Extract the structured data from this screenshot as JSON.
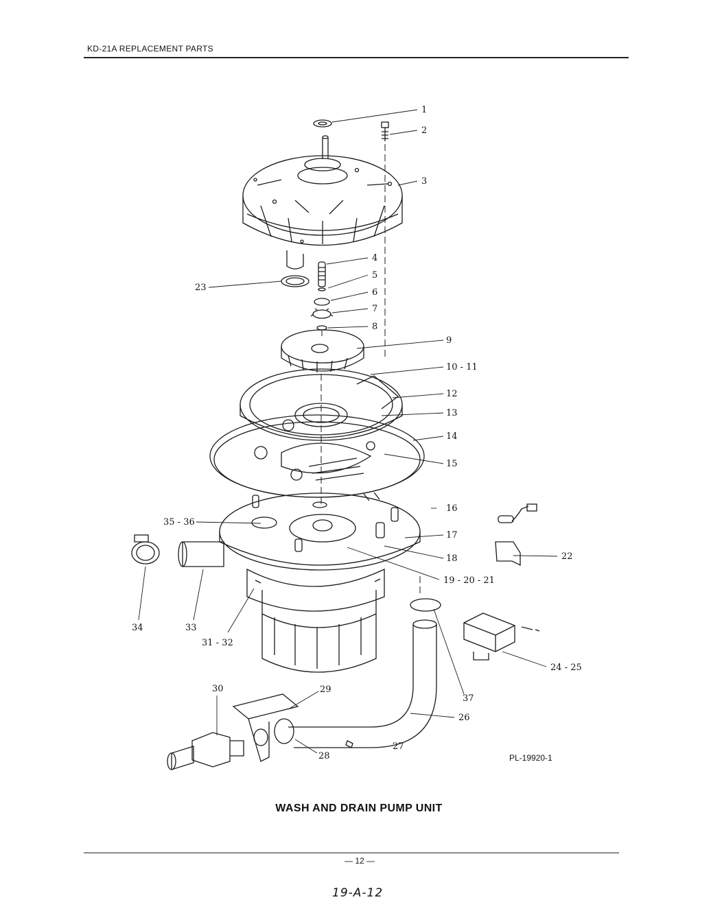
{
  "header": {
    "text": "KD-21A REPLACEMENT PARTS"
  },
  "title": "WASH AND DRAIN PUMP UNIT",
  "plate_code": "PL-19920-1",
  "page_number": "— 12 —",
  "handwritten_note": "19-A-12",
  "callouts": [
    "1",
    "2",
    "3",
    "4",
    "5",
    "6",
    "7",
    "8",
    "9",
    "10 - 11",
    "12",
    "13",
    "14",
    "15",
    "16",
    "17",
    "18",
    "19 - 20 - 21",
    "22",
    "23",
    "24 - 25",
    "26",
    "27",
    "28",
    "29",
    "30",
    "31 - 32",
    "33",
    "34",
    "35 - 36",
    "37"
  ]
}
